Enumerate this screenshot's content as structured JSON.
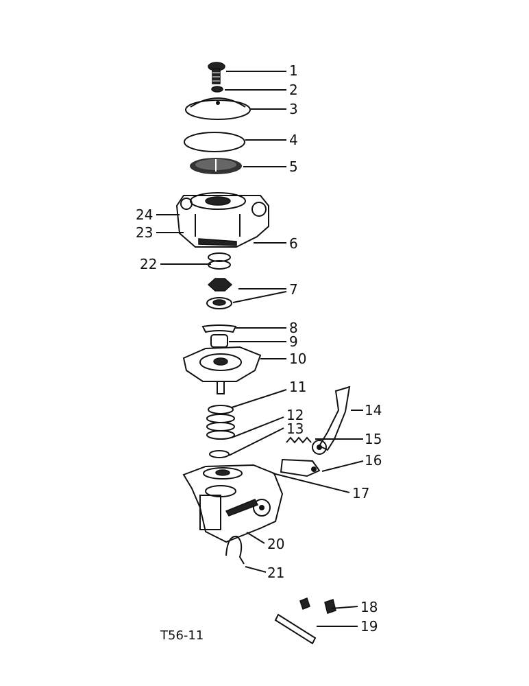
{
  "figure_label": "T56-11",
  "callouts": [
    "1",
    "2",
    "3",
    "4",
    "5",
    "6",
    "7",
    "8",
    "9",
    "10",
    "11",
    "12",
    "13",
    "14",
    "15",
    "16",
    "17",
    "18",
    "19",
    "20",
    "21",
    "22",
    "23",
    "24"
  ]
}
